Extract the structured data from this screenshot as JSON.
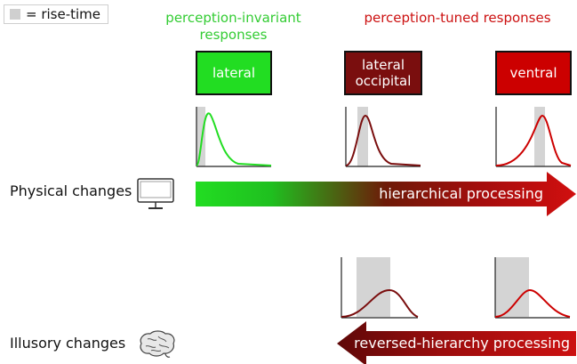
{
  "legend": {
    "label": "= rise-time"
  },
  "groups": {
    "invariant": {
      "title": "perception-invariant responses",
      "color": "#33cc33"
    },
    "tuned": {
      "title": "perception-tuned responses",
      "color": "#cc1111"
    }
  },
  "regions": [
    {
      "label": "lateral",
      "color": "#22dd22"
    },
    {
      "label": "lateral occipital",
      "color": "#7a0e0e"
    },
    {
      "label": "ventral",
      "color": "#cc0000"
    }
  ],
  "rows": {
    "physical": {
      "label": "Physical changes",
      "icon": "monitor-icon"
    },
    "illusory": {
      "label": "Illusory changes",
      "icon": "brain-icon"
    }
  },
  "arrows": {
    "forward": {
      "label": "hierarchical processing",
      "start_color": "#22dd22",
      "end_color": "#d10f0f"
    },
    "reverse": {
      "label": "reversed-hierarchy processing",
      "start_color": "#6b0a0a",
      "end_color": "#cc1111"
    }
  }
}
